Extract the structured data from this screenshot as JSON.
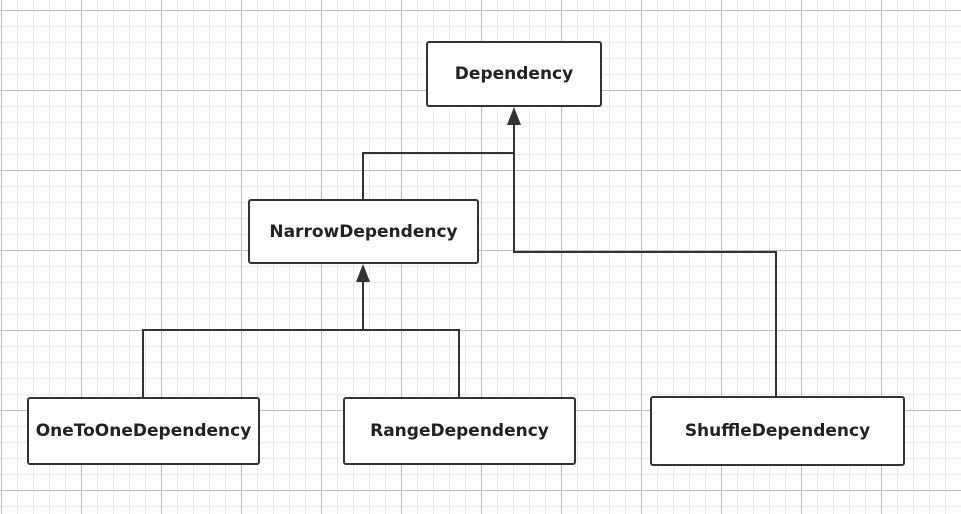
{
  "diagram": {
    "nodes": {
      "dependency": {
        "label": "Dependency"
      },
      "narrow_dependency": {
        "label": "NarrowDependency"
      },
      "one_to_one_dependency": {
        "label": "OneToOneDependency"
      },
      "range_dependency": {
        "label": "RangeDependency"
      },
      "shuffle_dependency": {
        "label": "ShuffleDependency"
      }
    },
    "edges": [
      {
        "from": "NarrowDependency",
        "to": "Dependency",
        "type": "inheritance"
      },
      {
        "from": "ShuffleDependency",
        "to": "Dependency",
        "type": "inheritance"
      },
      {
        "from": "OneToOneDependency",
        "to": "NarrowDependency",
        "type": "inheritance"
      },
      {
        "from": "RangeDependency",
        "to": "NarrowDependency",
        "type": "inheritance"
      }
    ],
    "colors": {
      "line": "#333333",
      "node_border": "#333333",
      "node_fill": "#ffffff",
      "text": "#222222",
      "grid_major": "#bdbdbd",
      "grid_minor": "#ebebeb"
    }
  }
}
